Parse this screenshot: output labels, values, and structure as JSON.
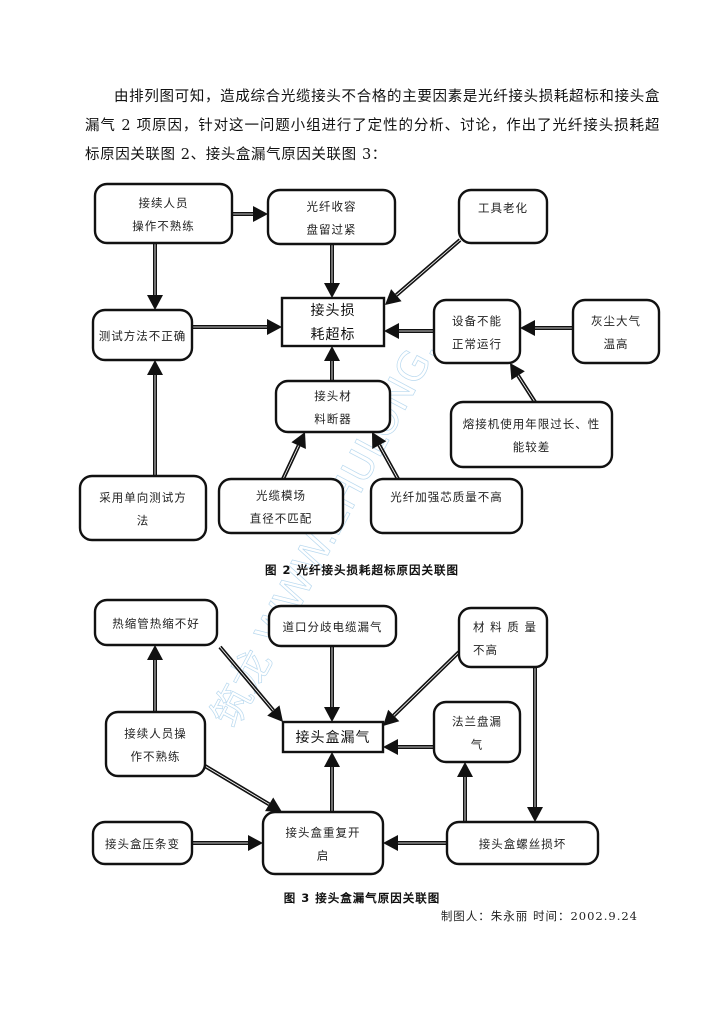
{
  "paragraph": "由排列图可知，造成综合光缆接头不合格的主要因素是光纤接头损耗超标和接头盒漏气 2 项原因，针对这一问题小组进行了定性的分析、讨论，作出了光纤接头损耗超标原因关联图 2、接头盒漏气原因关联图 3：",
  "watermark": "筑龙 WWW.ZHULONG.",
  "figure2": {
    "caption": "图 2  光纤接头损耗超标原因关联图",
    "nodes": {
      "operator": {
        "lines": [
          "接续人员",
          "操作不熟练"
        ]
      },
      "fiber_storage": {
        "lines": [
          "光纤收容",
          "盘留过紧"
        ]
      },
      "tool_aging": {
        "lines": [
          "工具老化"
        ]
      },
      "center": {
        "lines": [
          "接头损",
          "耗超标"
        ]
      },
      "test_method": {
        "lines": [
          "测试方法不正确"
        ]
      },
      "equipment": {
        "lines": [
          "设备不能",
          "正常运行"
        ]
      },
      "dust": {
        "lines": [
          "灰尘大气",
          "温高"
        ]
      },
      "material": {
        "lines": [
          "接头材",
          "料断器"
        ]
      },
      "fusion_machine": {
        "lines": [
          "熔接机使用年限过长、性",
          "能较差"
        ]
      },
      "one_way_test": {
        "lines": [
          "采用单向测试方",
          "法"
        ]
      },
      "mode_field": {
        "lines": [
          "光缆模场",
          "直径不匹配"
        ]
      },
      "strength_core": {
        "lines": [
          "光纤加强芯质量不高"
        ]
      }
    },
    "edges": [
      [
        "operator",
        "fiber_storage"
      ],
      [
        "operator",
        "test_method"
      ],
      [
        "fiber_storage",
        "center"
      ],
      [
        "tool_aging",
        "center"
      ],
      [
        "test_method",
        "center"
      ],
      [
        "equipment",
        "center"
      ],
      [
        "dust",
        "equipment"
      ],
      [
        "fusion_machine",
        "equipment"
      ],
      [
        "material",
        "center"
      ],
      [
        "one_way_test",
        "test_method"
      ],
      [
        "mode_field",
        "material"
      ],
      [
        "strength_core",
        "material"
      ]
    ]
  },
  "figure3": {
    "caption": "图 3  接头盒漏气原因关联图",
    "nodes": {
      "heat_shrink": {
        "lines": [
          "热缩管热缩不好"
        ]
      },
      "branch_cable": {
        "lines": [
          "道口分歧电缆漏气"
        ]
      },
      "material_quality": {
        "lines": [
          "材 料 质 量",
          "不高"
        ]
      },
      "operator": {
        "lines": [
          "接续人员操",
          "作不熟练"
        ]
      },
      "center": {
        "lines": [
          "接头盒漏气"
        ]
      },
      "flange": {
        "lines": [
          "法兰盘漏",
          "气"
        ]
      },
      "strip": {
        "lines": [
          "接头盒压条变"
        ]
      },
      "reopen": {
        "lines": [
          "接头盒重复开",
          "启"
        ]
      },
      "screw": {
        "lines": [
          "接头盒螺丝损坏"
        ]
      }
    },
    "edges": [
      [
        "heat_shrink",
        "center"
      ],
      [
        "branch_cable",
        "center"
      ],
      [
        "material_quality",
        "center"
      ],
      [
        "material_quality",
        "screw"
      ],
      [
        "operator",
        "heat_shrink"
      ],
      [
        "operator",
        "reopen"
      ],
      [
        "flange",
        "center"
      ],
      [
        "reopen",
        "center"
      ],
      [
        "strip",
        "reopen"
      ],
      [
        "screw",
        "reopen"
      ],
      [
        "screw",
        "flange"
      ]
    ]
  },
  "credit": "制图人：朱永丽   时间：2002.9.24"
}
